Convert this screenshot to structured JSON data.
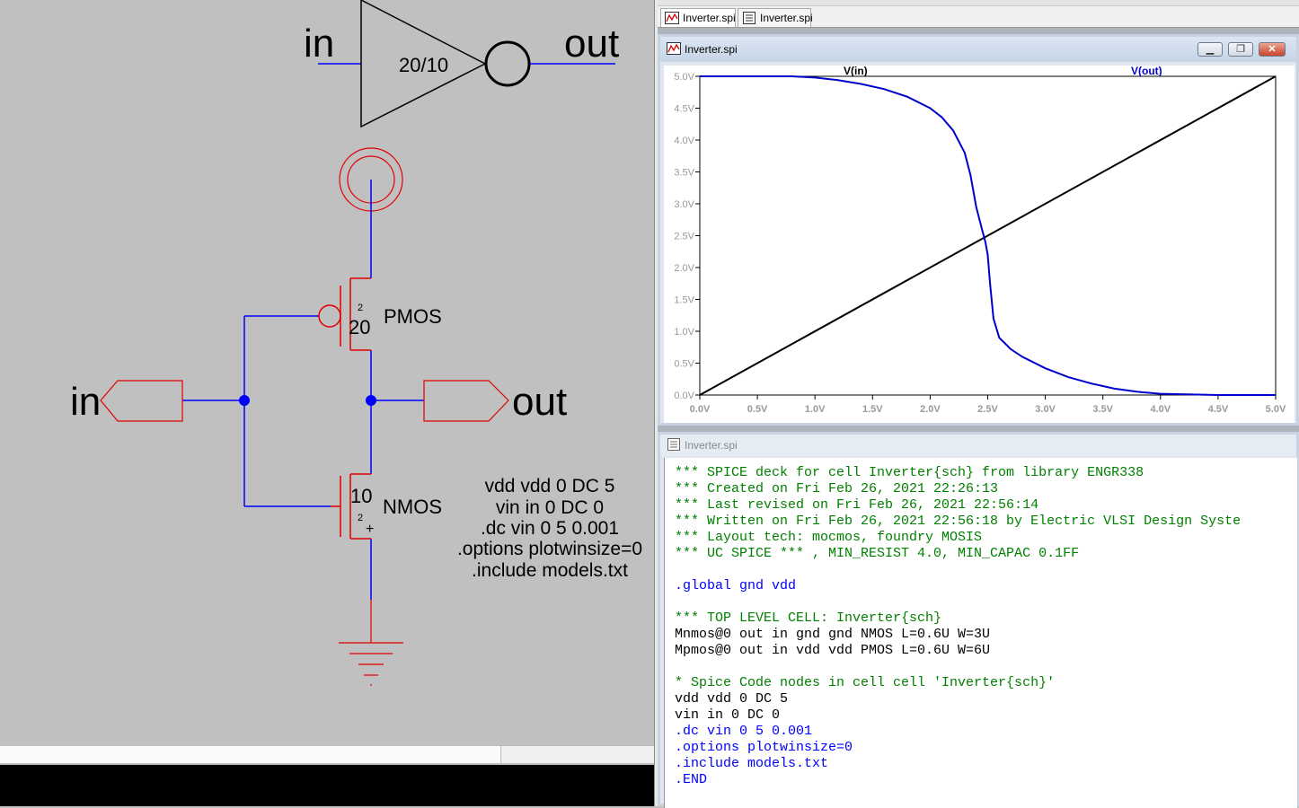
{
  "schematic": {
    "icon": {
      "in_label": "in",
      "out_label": "out",
      "size_label": "20/10"
    },
    "pmos": {
      "label": "PMOS",
      "width": "20",
      "length": "2"
    },
    "nmos": {
      "label": "NMOS",
      "width": "10",
      "length": "2"
    },
    "in_port": "in",
    "out_port": "out",
    "plus_mark": "+",
    "spice_code": [
      "vdd vdd 0 DC 5",
      "vin in 0 DC 0",
      ".dc vin 0 5 0.001",
      ".options plotwinsize=0",
      ".include models.txt"
    ],
    "colors": {
      "wire": "#0000ff",
      "device": "#e00000",
      "background": "#c0c0c0"
    }
  },
  "tabs": [
    {
      "label": "Inverter.spi",
      "icon": "waveform-icon",
      "active": true
    },
    {
      "label": "Inverter.spi",
      "icon": "netlist-icon",
      "active": false
    }
  ],
  "plot_window": {
    "title": "Inverter.spi",
    "buttons": [
      "minimize",
      "restore",
      "close"
    ],
    "close_glyph": "✕",
    "chart_data": {
      "type": "line",
      "x_ticks": [
        "0.0V",
        "0.5V",
        "1.0V",
        "1.5V",
        "2.0V",
        "2.5V",
        "3.0V",
        "3.5V",
        "4.0V",
        "4.5V",
        "5.0V"
      ],
      "y_ticks": [
        "0.0V",
        "0.5V",
        "1.0V",
        "1.5V",
        "2.0V",
        "2.5V",
        "3.0V",
        "3.5V",
        "4.0V",
        "4.5V",
        "5.0V"
      ],
      "xlim": [
        0,
        5
      ],
      "ylim": [
        0,
        5
      ],
      "grid": false,
      "series": [
        {
          "name": "V(in)",
          "color": "#000000",
          "x": [
            0,
            5
          ],
          "y": [
            0,
            5
          ]
        },
        {
          "name": "V(out)",
          "color": "#0000cc",
          "x": [
            0,
            0.5,
            0.8,
            1.0,
            1.2,
            1.4,
            1.6,
            1.8,
            2.0,
            2.1,
            2.2,
            2.3,
            2.35,
            2.4,
            2.45,
            2.48,
            2.5,
            2.52,
            2.55,
            2.6,
            2.7,
            2.8,
            3.0,
            3.2,
            3.4,
            3.6,
            3.8,
            4.0,
            4.5,
            5.0
          ],
          "y": [
            5.0,
            5.0,
            5.0,
            4.98,
            4.94,
            4.88,
            4.8,
            4.68,
            4.5,
            4.36,
            4.15,
            3.8,
            3.45,
            2.95,
            2.6,
            2.4,
            2.2,
            1.75,
            1.2,
            0.9,
            0.72,
            0.6,
            0.42,
            0.28,
            0.18,
            0.1,
            0.05,
            0.02,
            0.0,
            0.0
          ]
        }
      ]
    }
  },
  "log_window": {
    "title": "Inverter.spi",
    "lines": [
      {
        "text": "*** SPICE deck for cell Inverter{sch} from library ENGR338",
        "color": "green"
      },
      {
        "text": "*** Created on Fri Feb 26, 2021 22:26:13",
        "color": "green"
      },
      {
        "text": "*** Last revised on Fri Feb 26, 2021 22:56:14",
        "color": "green"
      },
      {
        "text": "*** Written on Fri Feb 26, 2021 22:56:18 by Electric VLSI Design Syste",
        "color": "green"
      },
      {
        "text": "*** Layout tech: mocmos, foundry MOSIS",
        "color": "green"
      },
      {
        "text": "*** UC SPICE *** , MIN_RESIST 4.0, MIN_CAPAC 0.1FF",
        "color": "green"
      },
      {
        "text": "",
        "color": "black"
      },
      {
        "text": ".global gnd vdd",
        "color": "blue"
      },
      {
        "text": "",
        "color": "black"
      },
      {
        "text": "*** TOP LEVEL CELL: Inverter{sch}",
        "color": "green"
      },
      {
        "text": "Mnmos@0 out in gnd gnd NMOS L=0.6U W=3U",
        "color": "black"
      },
      {
        "text": "Mpmos@0 out in vdd vdd PMOS L=0.6U W=6U",
        "color": "black"
      },
      {
        "text": "",
        "color": "black"
      },
      {
        "text": "* Spice Code nodes in cell cell 'Inverter{sch}'",
        "color": "green"
      },
      {
        "text": "vdd vdd 0 DC 5",
        "color": "black"
      },
      {
        "text": "vin in 0 DC 0",
        "color": "black"
      },
      {
        "text": ".dc vin 0 5 0.001",
        "color": "blue"
      },
      {
        "text": ".options plotwinsize=0",
        "color": "blue"
      },
      {
        "text": ".include models.txt",
        "color": "blue"
      },
      {
        "text": ".END",
        "color": "blue"
      }
    ]
  }
}
